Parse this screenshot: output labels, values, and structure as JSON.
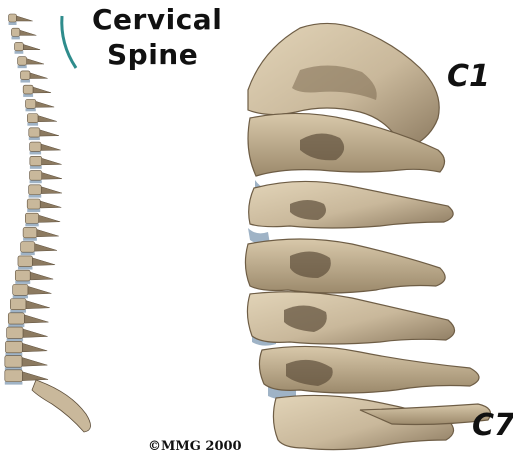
{
  "labels": {
    "title_line1": "Cervical",
    "title_line2": "Spine",
    "top_vertebra": "C1",
    "bottom_vertebra": "C7",
    "copyright": "©MMG 2000"
  },
  "colors": {
    "bone": "#c9b89b",
    "bone_shadow": "#8c7a60",
    "bone_dark": "#5e4f3b",
    "disc": "#9fb3c6",
    "bracket": "#2e8c8c"
  }
}
